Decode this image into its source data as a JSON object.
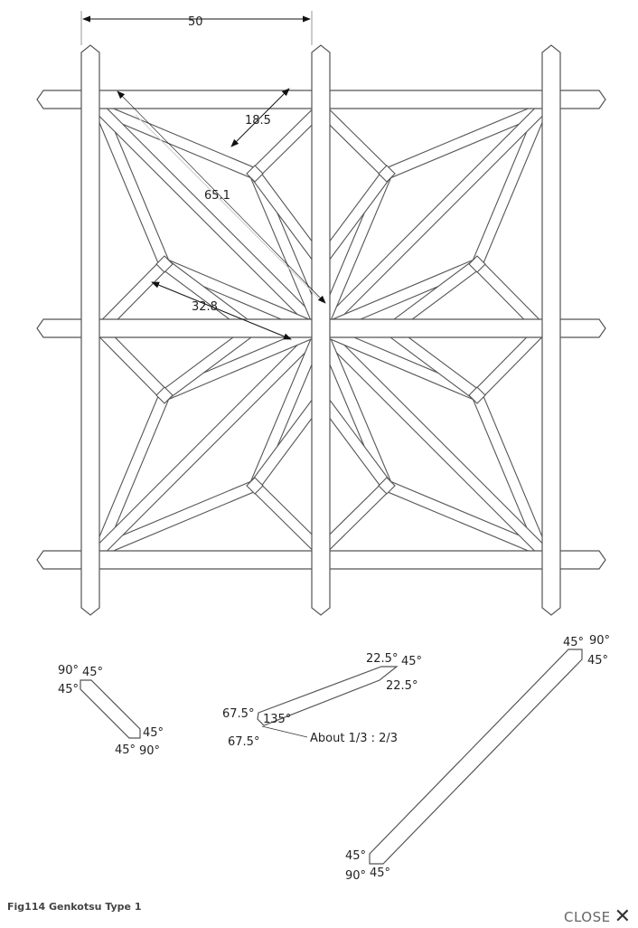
{
  "figure": {
    "caption": "Fig114 Genkotsu Type 1",
    "dimensions": {
      "width_top": "50",
      "short_member": "18.5",
      "diagonal": "65.1",
      "long_member": "32.8"
    },
    "pieces": {
      "small": {
        "a1": "90°",
        "a2": "45°",
        "a3": "45°",
        "a4": "45°",
        "a5": "45°",
        "a6": "90°"
      },
      "medium": {
        "a1": "22.5°",
        "a2": "45°",
        "a3": "22.5°",
        "a4": "67.5°",
        "a5": "135°",
        "a6": "67.5°",
        "note": "About 1/3 : 2/3"
      },
      "long": {
        "a1": "45°",
        "a2": "90°",
        "a3": "45°",
        "a4": "45°",
        "a5": "90°",
        "a6": "45°"
      }
    }
  },
  "controls": {
    "close_label": "CLOSE",
    "close_icon": "✕"
  },
  "colors": {
    "stroke": "#555555",
    "text": "#222222"
  }
}
